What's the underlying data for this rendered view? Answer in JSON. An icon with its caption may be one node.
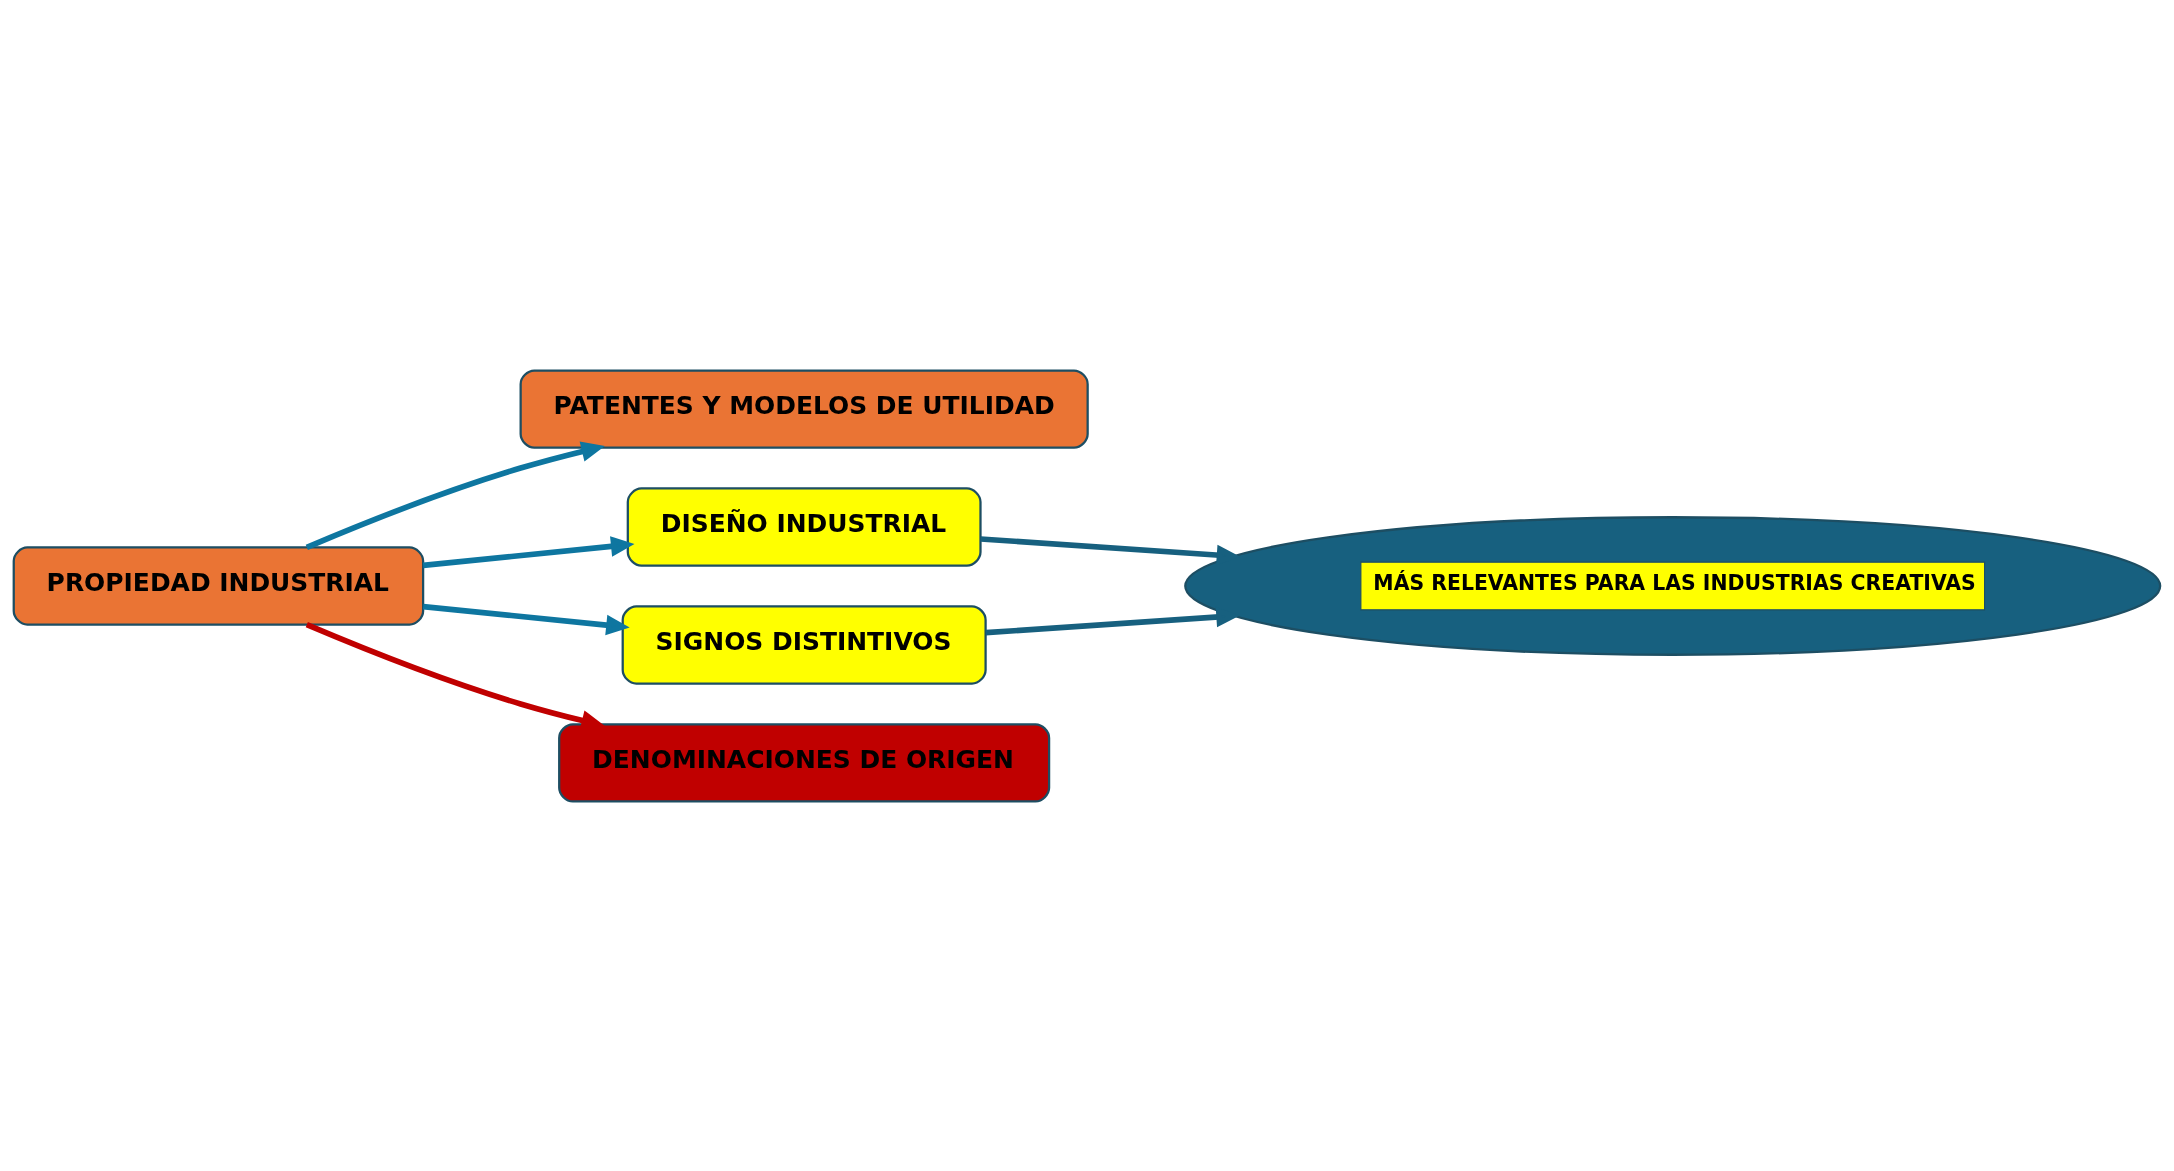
{
  "diagram": {
    "nodes": [
      {
        "text": [
          "PROPIEDAD INDUSTRIAL"
        ]
      },
      {
        "text": [
          "PATENTES Y MODELOS DE UTILIDAD"
        ]
      },
      {
        "text": [
          "DISEÑO INDUSTRIAL"
        ]
      },
      {
        "text": [
          "SIGNOS DISTINTIVOS"
        ]
      },
      {
        "text": [
          "DENOMINACIONES DE ORIGEN"
        ]
      },
      {
        "text": [
          "MÁS RELEVANTES PARA LAS INDUSTRIAS CREATIVAS"
        ]
      }
    ],
    "edges": [
      {
        "from": 0,
        "to": 1,
        "arrow": "to"
      },
      {
        "from": 0,
        "to": 2,
        "arrow": "to"
      },
      {
        "from": 0,
        "to": 3,
        "arrow": "to"
      },
      {
        "from": 0,
        "to": 4,
        "arrow": "to",
        "color": "#c00000"
      },
      {
        "from": 2,
        "to": 5,
        "arrow": "to",
        "color": "#17607f"
      },
      {
        "from": 3,
        "to": 5,
        "arrow": "to",
        "color": "#17607f"
      }
    ]
  }
}
